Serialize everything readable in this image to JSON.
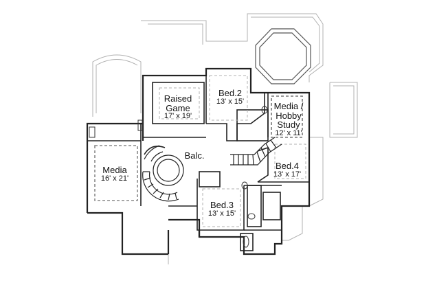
{
  "rooms": {
    "raised_game": {
      "name_line1": "Raised",
      "name_line2": "Game",
      "dims": "17' x 19'"
    },
    "bed2": {
      "name": "Bed.2",
      "dims": "13' x 15'"
    },
    "media_hobby_study": {
      "name_line1": "Media /",
      "name_line2": "Hobby",
      "name_line3": "Study",
      "dims": "12' x 11'"
    },
    "media": {
      "name": "Media",
      "dims": "16' x 21'"
    },
    "balcony": {
      "name": "Balc."
    },
    "bed4": {
      "name": "Bed.4",
      "dims": "13' x 17'"
    },
    "bed3": {
      "name": "Bed.3",
      "dims": "13' x 15'"
    }
  },
  "colors": {
    "wall": "#222222",
    "outline": "#9a9a9a",
    "dashed": "#b0b0b0"
  }
}
